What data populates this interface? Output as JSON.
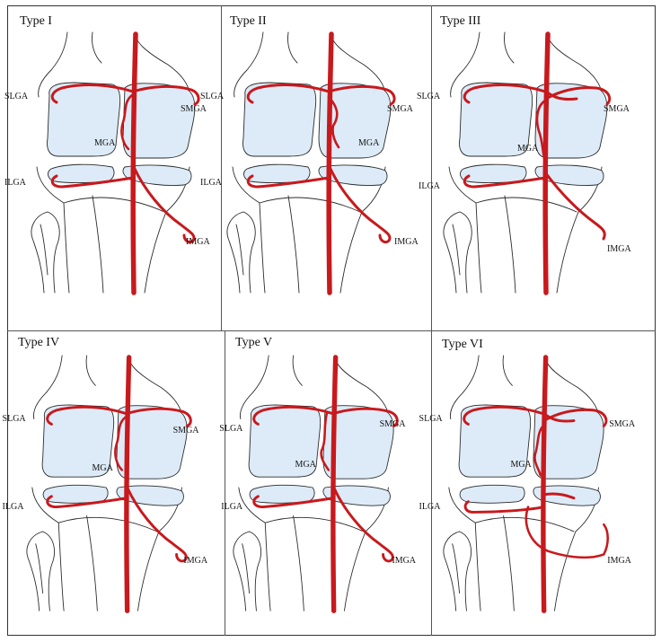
{
  "figure": {
    "colors": {
      "artery": "#c8191d",
      "cartilage": "#dcebf7",
      "bone_outline": "#2b2b2b",
      "border": "#333333"
    },
    "labels": {
      "slga": "SLGA",
      "smga": "SMGA",
      "mga": "MGA",
      "ilga": "ILGA",
      "imga": "IMGA"
    },
    "panels": [
      {
        "title": "Type I",
        "variant": 1
      },
      {
        "title": "Type II",
        "variant": 2
      },
      {
        "title": "Type III",
        "variant": 3
      },
      {
        "title": "Type IV",
        "variant": 4
      },
      {
        "title": "Type V",
        "variant": 5
      },
      {
        "title": "Type VI",
        "variant": 6
      }
    ]
  }
}
